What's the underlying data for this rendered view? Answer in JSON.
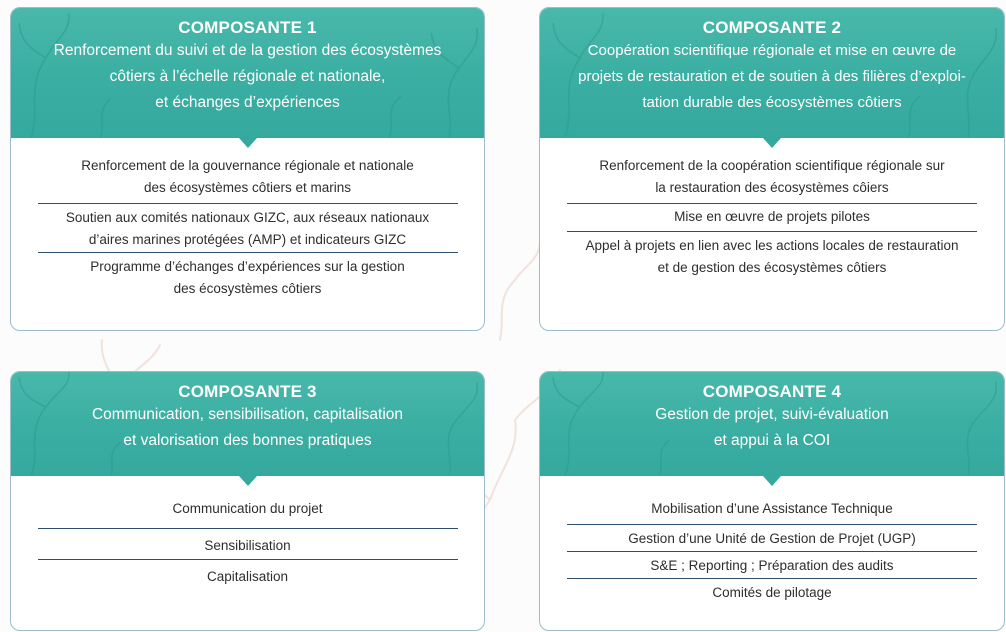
{
  "cards": [
    {
      "number": "COMPOSANTE 1",
      "title_lines": [
        "Renforcement du suivi et de la gestion des écosystèmes",
        "côtiers à l’échelle régionale et nationale,",
        "et échanges d’expériences"
      ],
      "items": [
        {
          "lines": [
            "Renforcement de la gouvernance régionale et nationale",
            "des écosystèmes côtiers et marins"
          ]
        },
        {
          "lines": [
            "Soutien aux comités nationaux GIZC, aux réseaux nationaux",
            "d’aires marines protégées (AMP) et indicateurs GIZC"
          ]
        },
        {
          "lines": [
            "Programme d’échanges d’expériences sur la gestion",
            "des écosystèmes côtiers"
          ]
        }
      ]
    },
    {
      "number": "COMPOSANTE 2",
      "title_lines": [
        "Coopération scientifique régionale et mise en œuvre de",
        "projets de restauration et de soutien à des filières d’exploi-",
        "tation durable des écosystèmes côtiers"
      ],
      "items": [
        {
          "lines": [
            "Renforcement de la coopération scientifique régionale sur",
            "la restauration des écosystèmes côiers"
          ]
        },
        {
          "lines": [
            "Mise en œuvre de projets pilotes"
          ]
        },
        {
          "lines": [
            "Appel à projets en lien avec les actions locales de restauration",
            "et de gestion des écosystèmes côtiers"
          ]
        }
      ]
    },
    {
      "number": "COMPOSANTE 3",
      "title_lines": [
        "Communication, sensibilisation, capitalisation",
        "et valorisation des bonnes pratiques"
      ],
      "items": [
        {
          "lines": [
            "Communication du projet"
          ]
        },
        {
          "lines": [
            "Sensibilisation"
          ]
        },
        {
          "lines": [
            "Capitalisation"
          ]
        }
      ]
    },
    {
      "number": "COMPOSANTE 4",
      "title_lines": [
        "Gestion de projet, suivi-évaluation",
        "et appui à la COI"
      ],
      "items": [
        {
          "lines": [
            "Mobilisation d’une Assistance Technique"
          ]
        },
        {
          "lines": [
            "Gestion d’une Unité de Gestion de Projet (UGP)"
          ]
        },
        {
          "lines": [
            "S&E ; Reporting ; Préparation des audits"
          ]
        },
        {
          "lines": [
            "Comités de pilotage"
          ]
        }
      ]
    }
  ],
  "colors": {
    "header_teal": "#3aaea2",
    "border": "#9dbccc",
    "divider": "#2f4f6f",
    "item_text": "#2e2e2e",
    "coral_watermark": "#f2dcd6"
  }
}
